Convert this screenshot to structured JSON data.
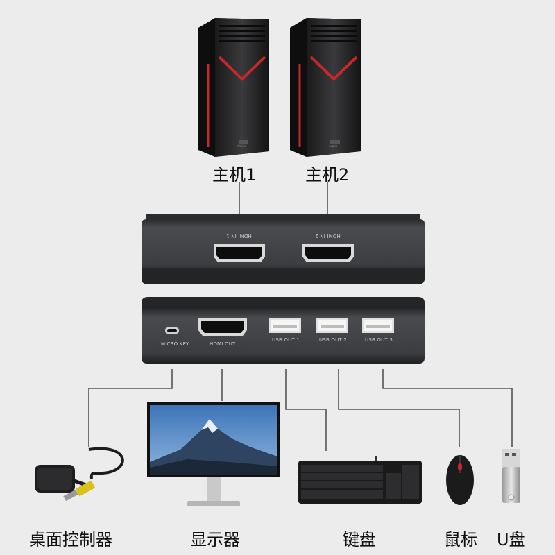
{
  "hosts": [
    {
      "label": "主机1",
      "badge": "Aspire"
    },
    {
      "label": "主机2",
      "badge": "Aspire"
    }
  ],
  "switch_top": {
    "ports": [
      {
        "label": "HDMI IN 1"
      },
      {
        "label": "HDMI IN 2"
      }
    ]
  },
  "switch_bottom": {
    "ports": [
      {
        "label": "MICRO KEY"
      },
      {
        "label": "HDMI OUT"
      },
      {
        "label": "USB OUT 1"
      },
      {
        "label": "USB OUT 2"
      },
      {
        "label": "USB OUT 3"
      }
    ]
  },
  "peripherals": [
    {
      "label": "桌面控制器"
    },
    {
      "label": "显示器"
    },
    {
      "label": "键盘"
    },
    {
      "label": "鼠标"
    },
    {
      "label": "U盘"
    }
  ],
  "colors": {
    "background": "#ececec",
    "device_body": "#3a3b3d",
    "accent_red": "#c8272b",
    "cable": "#555555",
    "controller_cable_yellow": "#d8c11a"
  }
}
